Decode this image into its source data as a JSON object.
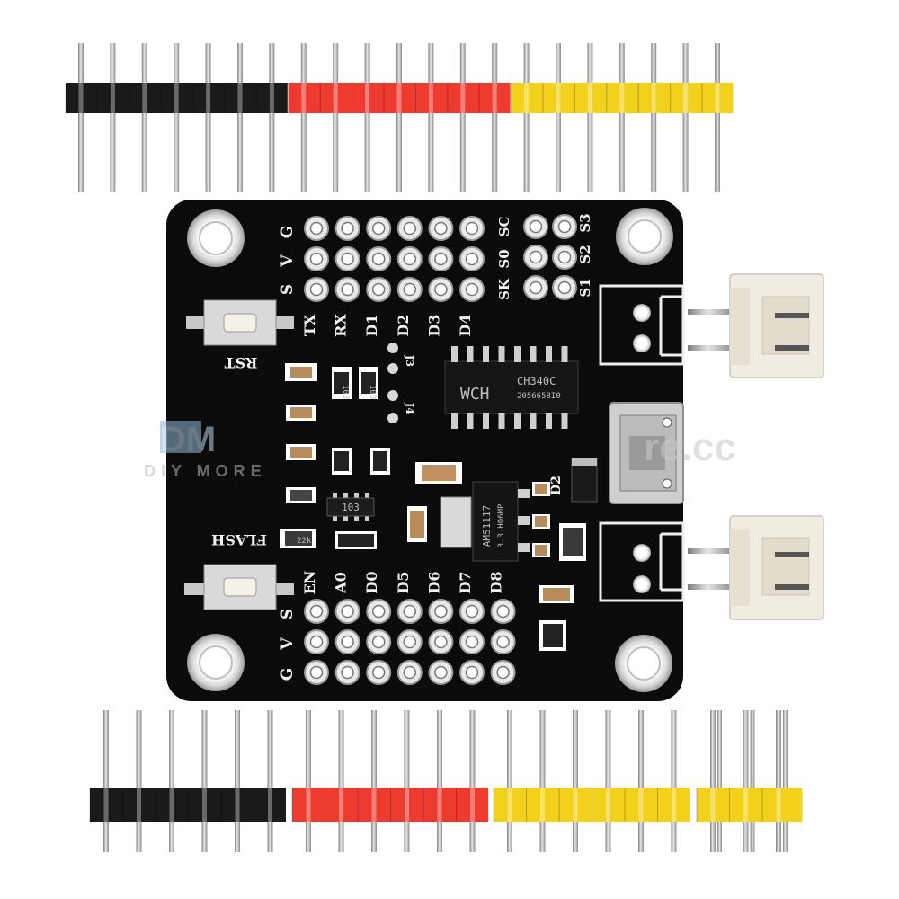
{
  "watermark": {
    "logo_text": "DM",
    "tagline": "DIY MORE",
    "domain_fragment": "re.cc"
  },
  "board": {
    "top_row_labels": [
      "G",
      "V",
      "S"
    ],
    "top_right_labels_left": [
      "SC",
      "S0",
      "SK"
    ],
    "top_right_labels_right": [
      "S3",
      "S2",
      "S1"
    ],
    "top_pin_labels": [
      "TX",
      "RX",
      "D1",
      "D2",
      "D3",
      "D4"
    ],
    "bottom_pin_labels": [
      "EN",
      "A0",
      "D0",
      "D5",
      "D6",
      "D7",
      "D8"
    ],
    "bottom_row_labels": [
      "S",
      "V",
      "G"
    ],
    "rst_label": "RST",
    "flash_label": "FLASH",
    "chip_brand": "WCH",
    "chip_model": "CH340C",
    "chip_code": "2056658I0",
    "regulator_model": "AMS1117",
    "regulator_code": "3.3 H06MP",
    "diode_label": "D2",
    "j_labels": [
      "J3",
      "J4"
    ],
    "resistor_code": "103",
    "small_codes": [
      "103",
      "103",
      "22k"
    ]
  },
  "colors": {
    "board": "#0b0b0b",
    "silk": "#f2f2f2",
    "header_black": "#1a1a1a",
    "header_red": "#ee3b30",
    "header_yellow": "#f2d11d",
    "pin_metal": "#b9b9b9",
    "connector": "#f1ece2"
  },
  "headers": {
    "top": [
      {
        "color": "black",
        "pins": 7
      },
      {
        "color": "red",
        "pins": 7
      },
      {
        "color": "yellow",
        "pins": 7
      }
    ],
    "bottom": [
      {
        "color": "black",
        "pins": 6
      },
      {
        "color": "red",
        "pins": 6
      },
      {
        "color": "yellow",
        "pins": 6
      },
      {
        "color": "yellow",
        "pins": 3
      }
    ]
  },
  "icons": [
    "mounting-hole-icon",
    "reset-button-icon",
    "flash-button-icon",
    "micro-usb-icon",
    "jst-connector-icon"
  ]
}
